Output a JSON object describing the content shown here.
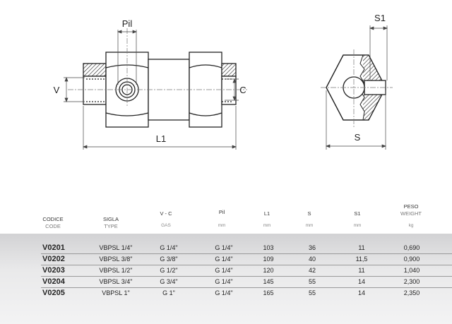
{
  "drawing": {
    "labels": {
      "pil": "Pil",
      "v": "V",
      "c": "C",
      "l1": "L1",
      "s1": "S1",
      "s": "S"
    }
  },
  "table": {
    "headers": [
      {
        "main": "CODICE",
        "sub": "CODE",
        "unit": ""
      },
      {
        "main": "SIGLA",
        "sub": "TYPE",
        "unit": ""
      },
      {
        "main": "V - C",
        "sub": "",
        "unit": "GAS"
      },
      {
        "main": "Pil",
        "sub": "",
        "unit": "mm"
      },
      {
        "main": "L1",
        "sub": "",
        "unit": "mm"
      },
      {
        "main": "S",
        "sub": "",
        "unit": "mm"
      },
      {
        "main": "S1",
        "sub": "",
        "unit": "mm"
      },
      {
        "main": "PESO",
        "sub": "WEIGHT",
        "unit": "kg"
      }
    ],
    "rows": [
      {
        "code": "V0201",
        "type": "VBPSL 1/4\"",
        "vc": "G 1/4\"",
        "pil": "G 1/4\"",
        "l1": "103",
        "s": "36",
        "s1": "11",
        "weight": "0,690"
      },
      {
        "code": "V0202",
        "type": "VBPSL 3/8\"",
        "vc": "G 3/8\"",
        "pil": "G 1/4\"",
        "l1": "109",
        "s": "40",
        "s1": "11,5",
        "weight": "0,900"
      },
      {
        "code": "V0203",
        "type": "VBPSL 1/2\"",
        "vc": "G 1/2\"",
        "pil": "G 1/4\"",
        "l1": "120",
        "s": "42",
        "s1": "11",
        "weight": "1,040"
      },
      {
        "code": "V0204",
        "type": "VBPSL 3/4\"",
        "vc": "G 3/4\"",
        "pil": "G 1/4\"",
        "l1": "145",
        "s": "55",
        "s1": "14",
        "weight": "2,300"
      },
      {
        "code": "V0205",
        "type": "VBPSL 1\"",
        "vc": "G 1\"",
        "pil": "G 1/4\"",
        "l1": "165",
        "s": "55",
        "s1": "14",
        "weight": "2,350"
      }
    ]
  }
}
